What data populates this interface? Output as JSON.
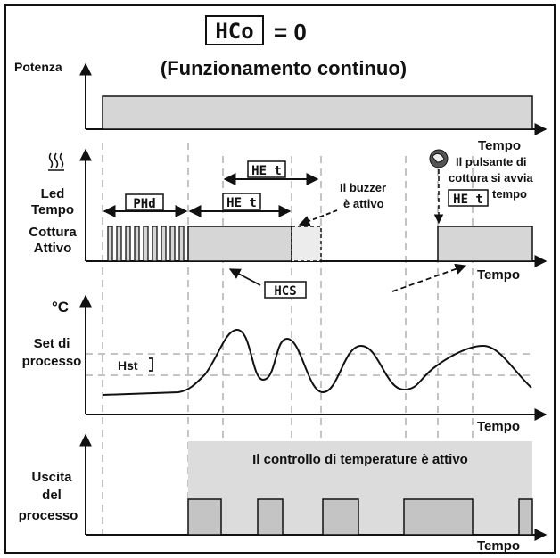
{
  "header": {
    "code": "HCo",
    "equals": "= 0",
    "mode": "(Funzionamento continuo)"
  },
  "labels": {
    "potenza": "Potenza",
    "led_line1": "Led",
    "led_line2": "Tempo",
    "led_line3": "Cottura",
    "led_line4": "Attivo",
    "degc": "°C",
    "set_line1": "Set di",
    "set_line2": "processo",
    "hst": "Hst",
    "uscita_line1": "Uscita",
    "uscita_line2": "del",
    "uscita_line3": "processo"
  },
  "axis_labels": {
    "tempo1": "Tempo",
    "tempo2": "Tempo",
    "tempo3": "Tempo",
    "tempo4": "Tempo"
  },
  "annotations": {
    "phd": "PHd",
    "ht_top": "HE t",
    "ht_mid": "HE t",
    "ht_right": "HE t",
    "hcs": "HCS",
    "buzzer_line1": "Il buzzer",
    "buzzer_line2": "è attivo",
    "start_line1": "Il pulsante di",
    "start_line2": "cottura si avvia",
    "start_line3": "tempo",
    "control_active": "Il controllo di temperature è attivo"
  },
  "icons": {
    "heat": "heat-waves-icon",
    "hand": "hand-press-icon"
  },
  "colors": {
    "fill": "#d6d6d6",
    "line": "#111111",
    "dash": "#888888",
    "band": "#dcdcdc"
  }
}
